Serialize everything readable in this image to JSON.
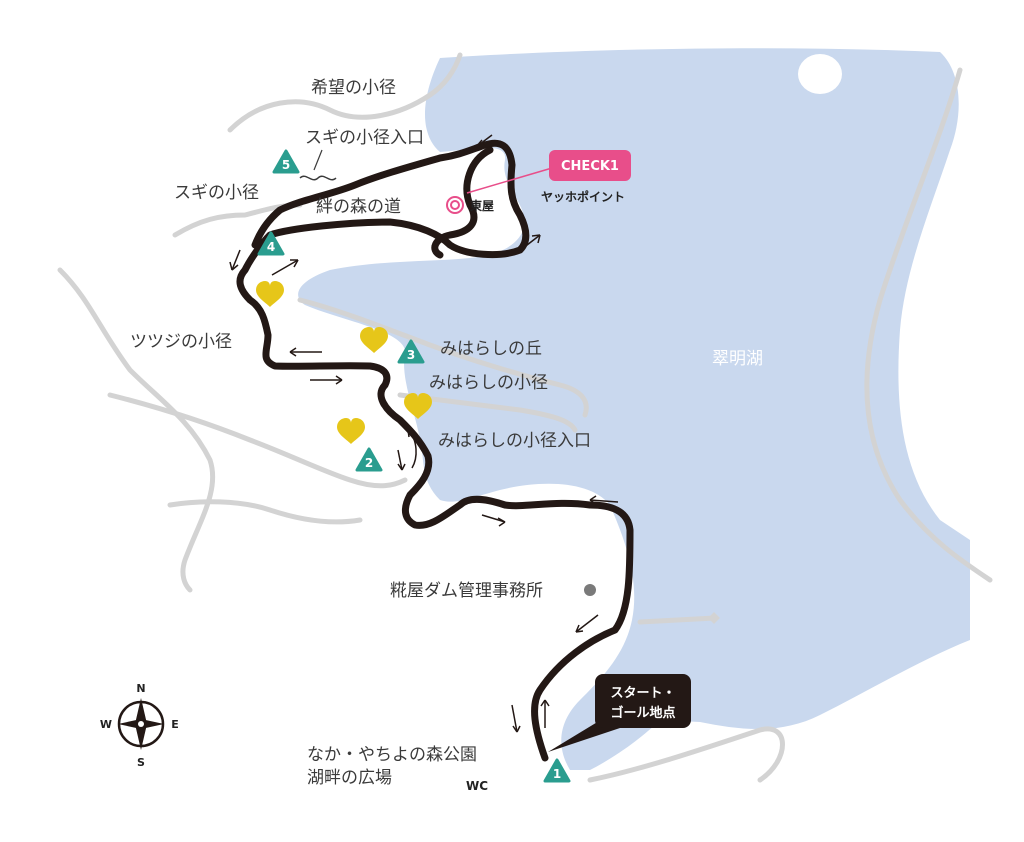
{
  "map": {
    "lake_name": "翠明湖",
    "colors": {
      "lake": "#c9d8ee",
      "route": "#231815",
      "path": "#cfcfcf",
      "checkpoint": "#2a9d8f",
      "heart": "#e6c619",
      "check_badge": "#e84e8a",
      "start_badge": "#231815"
    },
    "labels": {
      "kibou": "希望の小径",
      "sugi_entrance": "スギの小径入口",
      "sugi": "スギの小径",
      "kizuna": "絆の森の道",
      "tsutsuji": "ツツジの小径",
      "miharashi_oka": "みはらしの丘",
      "miharashi_komichi": "みはらしの小径",
      "miharashi_entrance": "みはらしの小径入口",
      "dam_office": "糀屋ダム管理事務所",
      "park_line1": "なか・やちよの森公園",
      "park_line2": "湖畔の広場",
      "wc": "WC",
      "azumaya": "東屋",
      "yahho": "ヤッホポイント"
    },
    "check_badge": {
      "label": "CHECK1"
    },
    "start_badge": {
      "line1": "スタート・",
      "line2": "ゴール地点"
    },
    "checkpoints": [
      "1",
      "2",
      "3",
      "4",
      "5"
    ],
    "compass": {
      "n": "N",
      "s": "S",
      "e": "E",
      "w": "W"
    }
  }
}
